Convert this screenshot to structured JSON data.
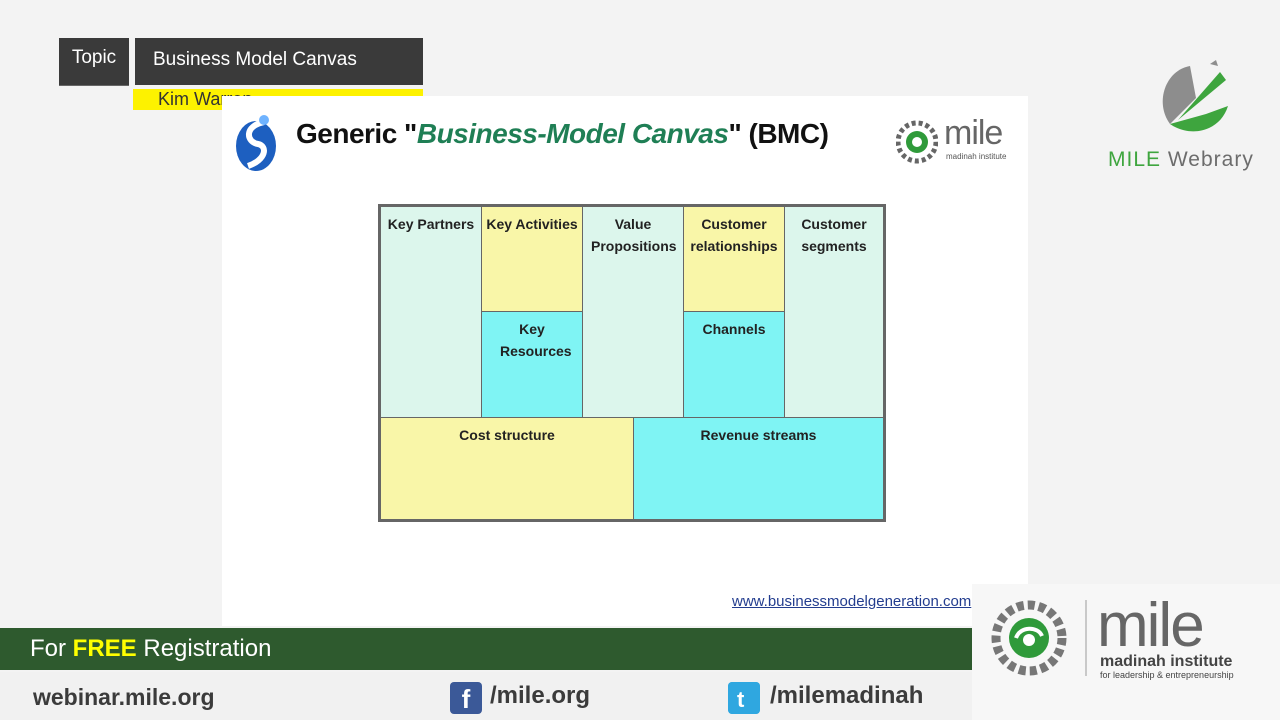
{
  "topic": {
    "tag": "Topic",
    "title": "Business Model Canvas",
    "presenter": "Kim Warren"
  },
  "slide": {
    "title_prefix": "Generic \"",
    "title_emphasis": "Business-Model Canvas",
    "title_suffix": "\" (BMC)",
    "brand_text": "mile",
    "brand_sub": "madinah institute",
    "source_link": "www.businessmodelgeneration.com",
    "canvas": {
      "key_partners": "Key Partners",
      "key_activities": "Key Activities",
      "key_resources": "Key Resources",
      "value_propositions": "Value Propositions",
      "customer_relationships": "Customer relationships",
      "channels": "Channels",
      "customer_segments": "Customer segments",
      "cost_structure": "Cost structure",
      "revenue_streams": "Revenue streams"
    }
  },
  "branding": {
    "webrary_brand": "MILE",
    "webrary_word": "Webrary",
    "footer_mile": "mile",
    "footer_institute": "madinah institute",
    "footer_sub": "for leadership & entrepreneurship"
  },
  "banner": {
    "reg_prefix": "For ",
    "reg_free": "FREE",
    "reg_suffix": " Registration",
    "website": "webinar.mile.org",
    "facebook": "/mile.org",
    "twitter": "/milemadinah"
  },
  "colors": {
    "mint": "#dcf6ec",
    "yellow": "#f9f6a8",
    "cyan": "#7ff4f4",
    "banner_green": "#2e5a2e",
    "highlight": "#fdf200"
  },
  "icons": [
    "webrary-logo-icon",
    "facebook-icon",
    "twitter-icon",
    "mile-emblem-icon",
    "slide-logo-icon"
  ]
}
